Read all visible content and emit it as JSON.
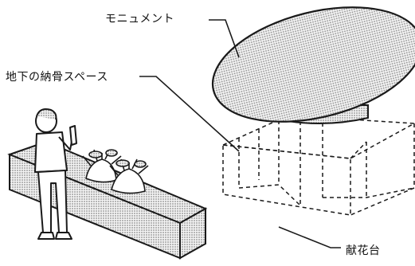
{
  "labels": {
    "monument": "モニュメント",
    "ossuary": "地下の納骨スペース",
    "altar": "献花台"
  },
  "colors": {
    "line": "#1a1a1a",
    "fill": "#cfcfcf",
    "background": "#ffffff"
  },
  "components": [
    "monument",
    "underground-ossuary-space",
    "flower-altar",
    "person-praying",
    "flower-bouquets"
  ]
}
